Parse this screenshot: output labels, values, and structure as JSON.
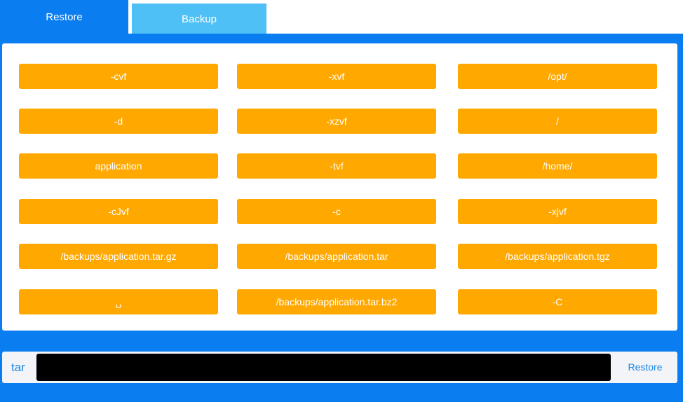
{
  "tabs": {
    "restore": "Restore",
    "backup": "Backup"
  },
  "options": [
    [
      "-cvf",
      "-xvf",
      "/opt/"
    ],
    [
      "-d",
      "-xzvf",
      "/"
    ],
    [
      "application",
      "-tvf",
      "/home/"
    ],
    [
      "-cJvf",
      "-c",
      "-xjvf"
    ],
    [
      "/backups/application.tar.gz",
      "/backups/application.tar",
      "/backups/application.tgz"
    ],
    [
      "␣",
      "/backups/application.tar.bz2",
      "-C"
    ]
  ],
  "command": {
    "prefix": "tar",
    "value": "",
    "submit_label": "Restore"
  },
  "colors": {
    "active_tab": "#0a7df0",
    "inactive_tab": "#4fc0f5",
    "option_button": "#ffa800",
    "frame": "#0a7df0"
  }
}
